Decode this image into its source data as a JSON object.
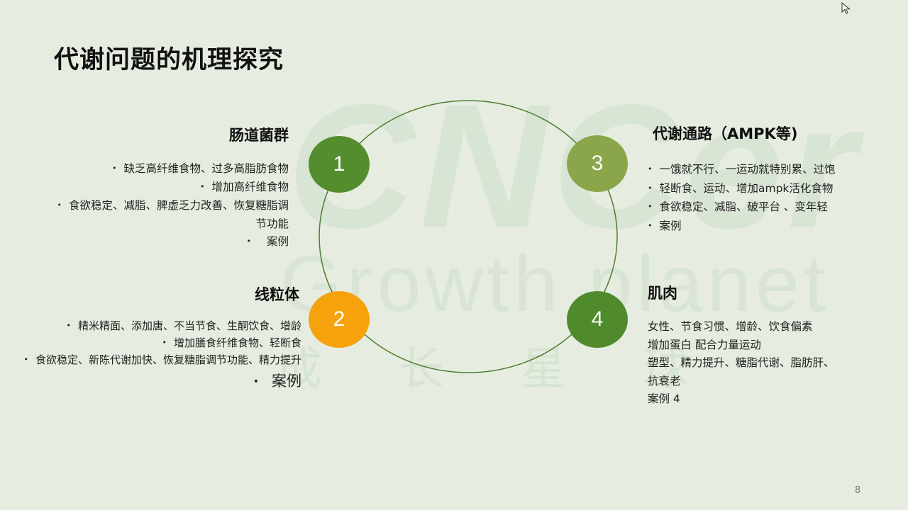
{
  "slide": {
    "title": "代谢问题的机理探究",
    "page_number": "8",
    "watermark": {
      "brand": "CNCer",
      "subtitle": "Growth planet",
      "chinese": "成长星球"
    },
    "colors": {
      "background": "#e6ede0",
      "ring": "#4e7d33",
      "node1": "#548d2e",
      "node2": "#f5a20d",
      "node3": "#8ba64a",
      "node4": "#4f8a2d"
    }
  },
  "nodes": [
    {
      "number": "1",
      "heading": "肠道菌群",
      "items": [
        "缺乏高纤维食物、过多高脂肪食物",
        "增加高纤维食物",
        "食欲稳定、减脂、脾虚乏力改善、恢复糖脂调节功能",
        "案例"
      ]
    },
    {
      "number": "2",
      "heading": "线粒体",
      "items": [
        "精米精面、添加唐、不当节食、生酮饮食、增龄",
        "增加膳食纤维食物、轻断食",
        "食欲稳定、新陈代谢加快、恢复糖脂调节功能、精力提升",
        "案例"
      ]
    },
    {
      "number": "3",
      "heading": "代谢通路（AMPK等)",
      "items": [
        "一饿就不行、一运动就特别累、过饱",
        "轻断食、运动、增加ampk活化食物",
        "食欲稳定、减脂、破平台 、变年轻",
        "案例"
      ]
    },
    {
      "number": "4",
      "heading": "肌肉",
      "lines": [
        "女性、节食习惯、增龄、饮食偏素",
        "增加蛋白 配合力量运动",
        "塑型、精力提升、糖脂代谢、脂肪肝、",
        "抗衰老",
        "案例 4"
      ]
    }
  ]
}
